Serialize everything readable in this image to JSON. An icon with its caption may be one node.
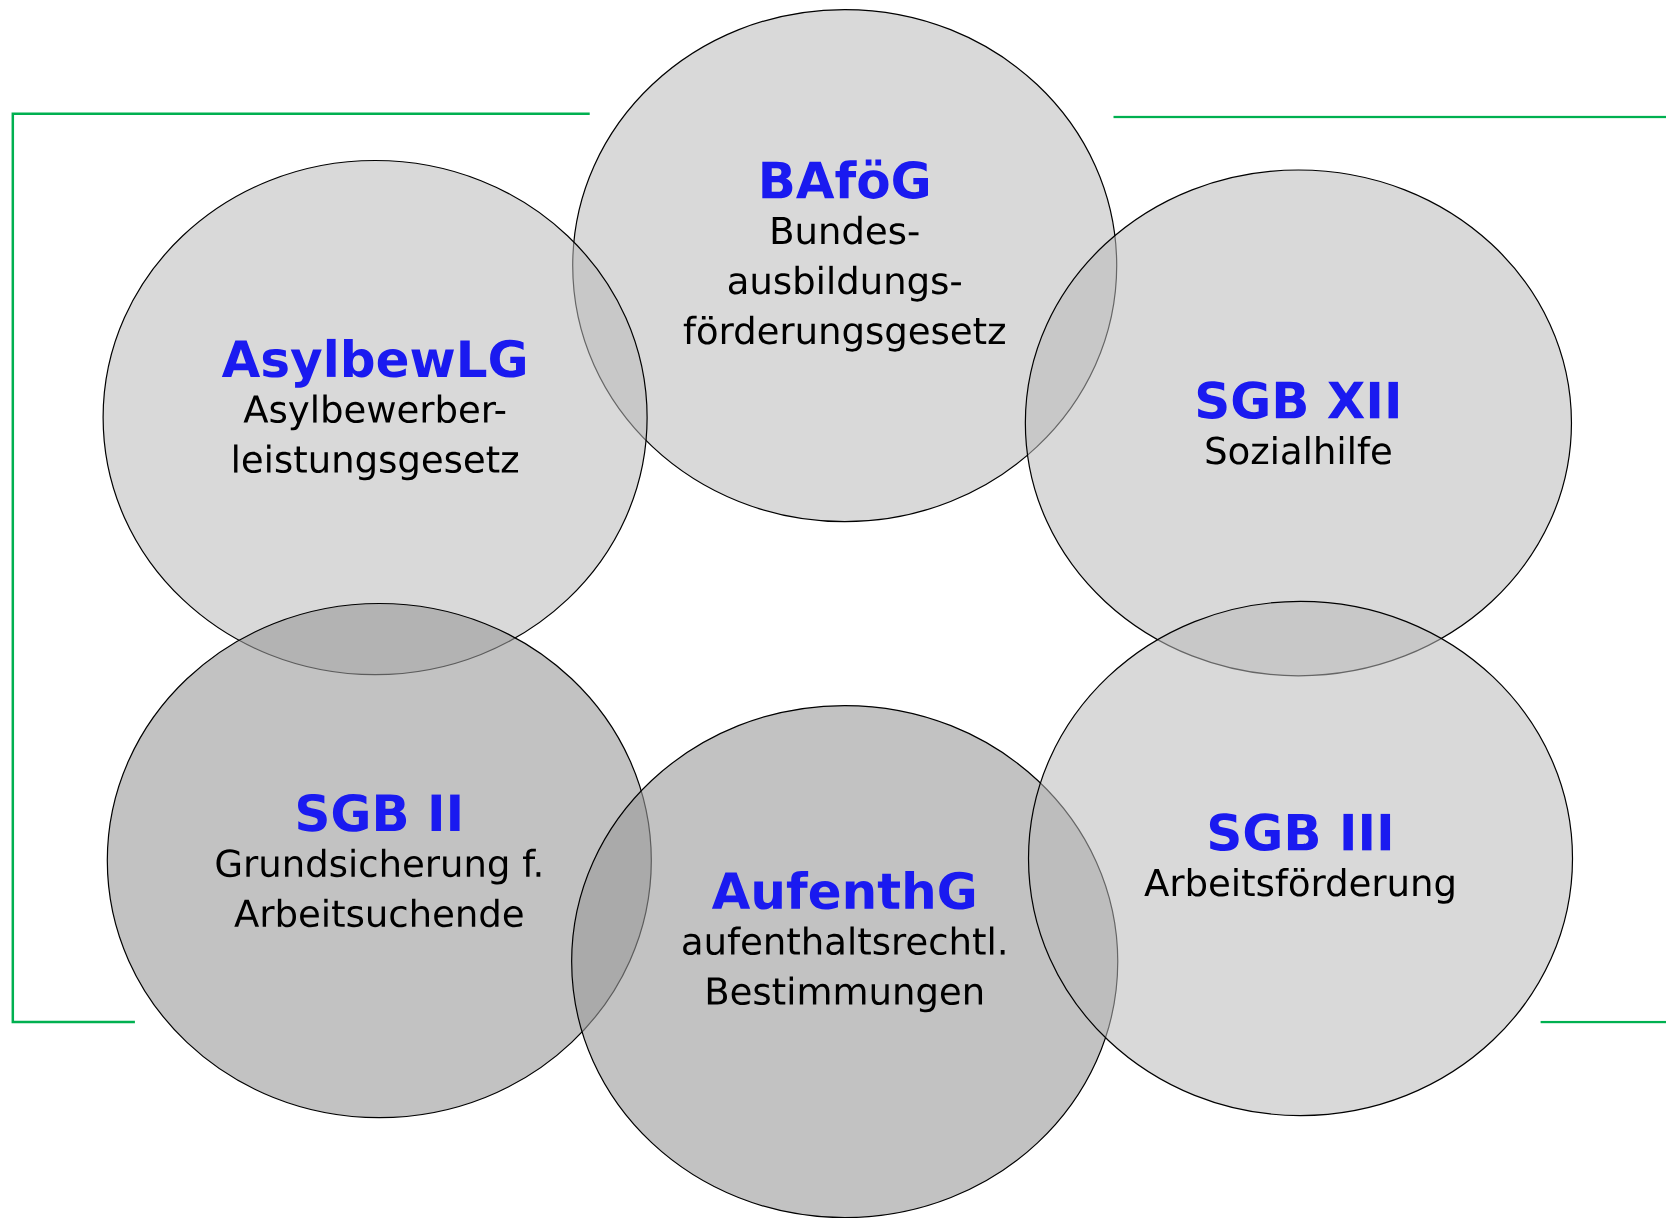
{
  "diagram": {
    "nodes": [
      {
        "text": [
          "BAföG",
          "Bundes- ausbildungs- förderungsgesetz"
        ]
      },
      {
        "text": [
          "AsylbewLG",
          "Asylbewerber- leistungsgesetz"
        ]
      },
      {
        "text": [
          "SGB XII",
          "Sozialhilfe"
        ]
      },
      {
        "text": [
          "SGB II",
          "Grundsicherung f. Arbeitsuchende"
        ]
      },
      {
        "text": [
          "AufenthG",
          "aufenthaltsrechtl. Bestimmungen"
        ]
      },
      {
        "text": [
          "SGB III",
          "Arbeitsförderung"
        ]
      }
    ]
  }
}
